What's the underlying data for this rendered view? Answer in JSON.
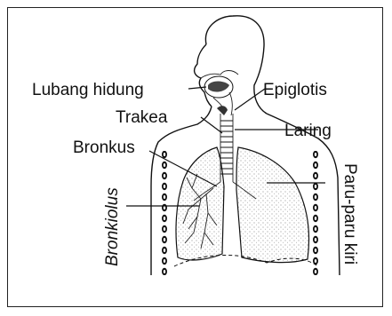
{
  "labels": {
    "lubang_hidung": "Lubang hidung",
    "epiglotis": "Epiglotis",
    "trakea": "Trakea",
    "laring": "Laring",
    "bronkus": "Bronkus",
    "bronkiolus": "Bronkiolus",
    "paru_paru_kiri": "Paru-paru kiri"
  },
  "colors": {
    "ink": "#111111",
    "background": "#ffffff"
  }
}
